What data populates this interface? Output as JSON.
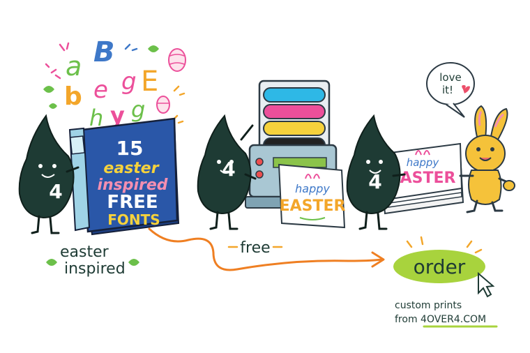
{
  "book": {
    "line1": "15",
    "line2": "easter",
    "line3": "inspired",
    "line4": "FREE",
    "line5": "FONTS"
  },
  "floating_letters": [
    "a",
    "B",
    "b",
    "e",
    "g",
    "E",
    "h",
    "y",
    "g"
  ],
  "mascot_label": "4",
  "steps": {
    "step1_label_line1": "easter",
    "step1_label_line2": "inspired",
    "step2_label": "free",
    "order_label": "order",
    "caption_line1": "custom prints",
    "caption_line2": "from 4OVER4.COM"
  },
  "printer_sheet": {
    "line1": "happy",
    "line2": "EASTER"
  },
  "stack_sheet": {
    "line1": "happy",
    "line2": "EASTER"
  },
  "bunny_speech": {
    "line1": "love",
    "line2": "it!"
  },
  "colors": {
    "mascot": "#1e3b34",
    "book_blue": "#2a57a8",
    "book_spine": "#1d3f82",
    "arrow_orange": "#ef7f22",
    "order_green": "#a8d33d",
    "bunny_yellow": "#f5c23a",
    "roller_cyan": "#2eb8e6",
    "roller_magenta": "#ec4f9a",
    "roller_yellow": "#f6d23c",
    "roller_black": "#222222"
  }
}
